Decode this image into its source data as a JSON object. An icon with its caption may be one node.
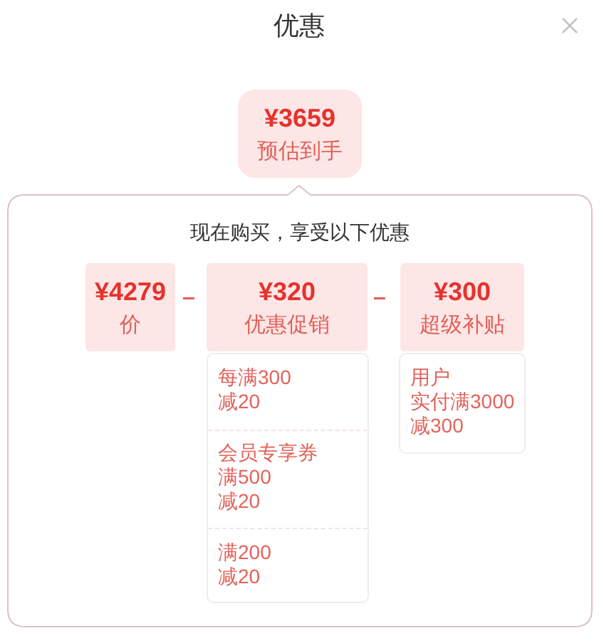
{
  "diagram": {
    "title": "优惠",
    "nodes": [
      {
        "text": [
          "¥3659",
          "预估到手"
        ]
      },
      {
        "text": [
          "现在购买，享受以下优惠"
        ]
      },
      {
        "text": [
          "¥4279",
          "价"
        ],
        "in": 1
      },
      {
        "text": [
          "¥320",
          "优惠促销"
        ],
        "in": 1
      },
      {
        "text": [
          "¥300",
          "超级补贴"
        ],
        "in": 1
      },
      {
        "text": [],
        "shape": "box",
        "in": 1
      },
      {
        "text": [
          "每满300",
          "减20"
        ],
        "in": 5
      },
      {
        "text": [
          "会员专享券",
          "满500",
          "减20"
        ],
        "in": 5
      },
      {
        "text": [
          "满200",
          "减20"
        ],
        "in": 5
      },
      {
        "text": [
          "用户",
          "实付满3000",
          "减300"
        ],
        "in": 1
      }
    ],
    "labels": [
      "–",
      "–"
    ]
  }
}
